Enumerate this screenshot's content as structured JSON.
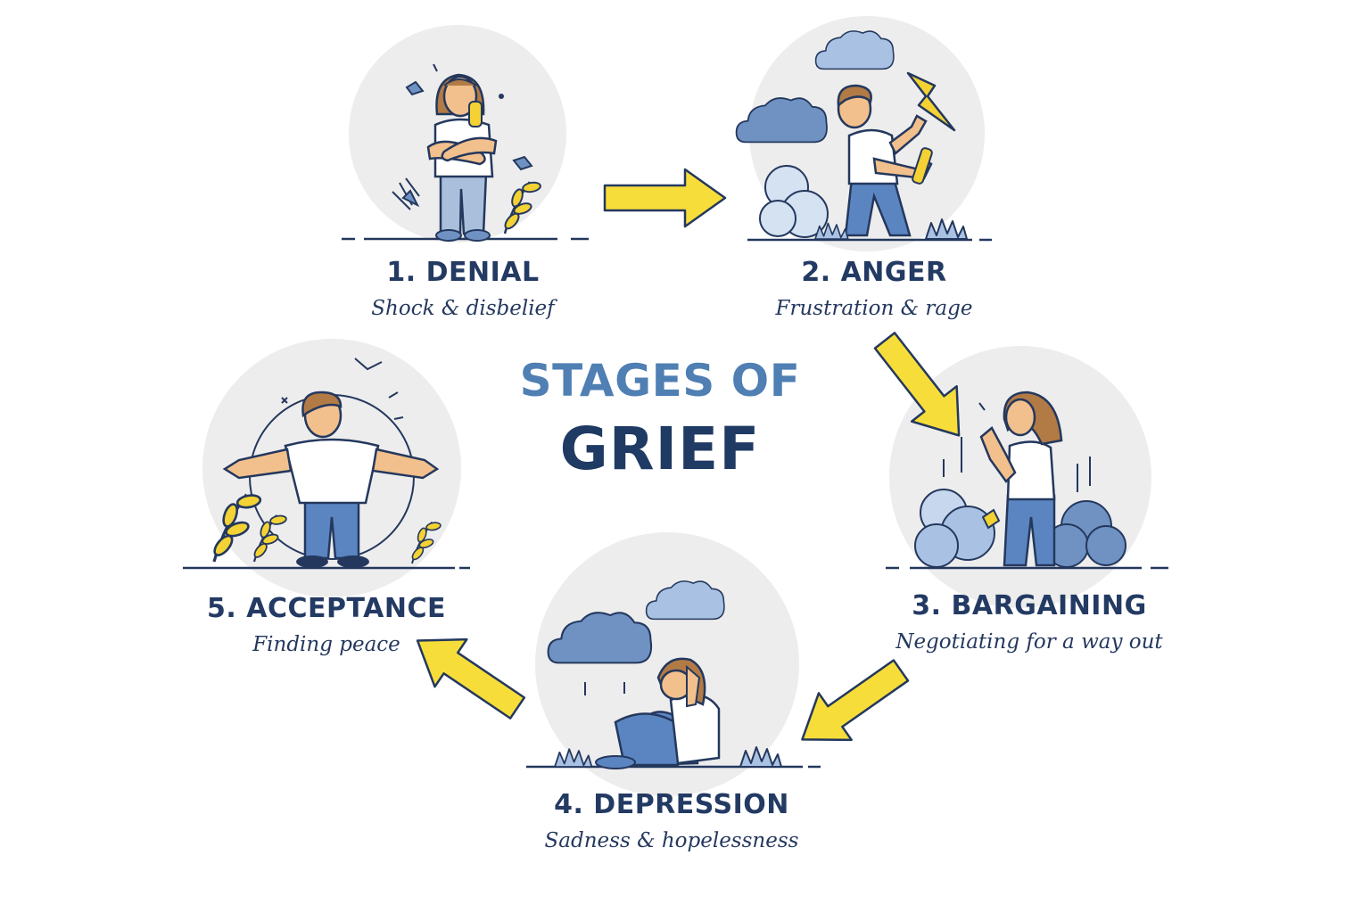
{
  "title": {
    "line1": "STAGES OF",
    "line2": "GRIEF"
  },
  "stages": [
    {
      "title": "1. DENIAL",
      "subtitle": "Shock & disbelief"
    },
    {
      "title": "2. ANGER",
      "subtitle": "Frustration & rage"
    },
    {
      "title": "3. BARGAINING",
      "subtitle": "Negotiating for a way out"
    },
    {
      "title": "4. DEPRESSION",
      "subtitle": "Sadness & hopelessness"
    },
    {
      "title": "5. ACCEPTANCE",
      "subtitle": "Finding peace"
    }
  ],
  "colors": {
    "title_light": "#4f7fb3",
    "title_dark": "#1f3a63",
    "label": "#233a63",
    "arrow": "#f7dd3a",
    "cloud": "#6f92c3",
    "cloud_light": "#b8cde8",
    "shirt": "#ffffff",
    "jeans": "#5b85c0",
    "skin": "#f2c08c",
    "hair": "#b27a45",
    "bg_circle": "#ededed",
    "leaf": "#f4d234"
  }
}
